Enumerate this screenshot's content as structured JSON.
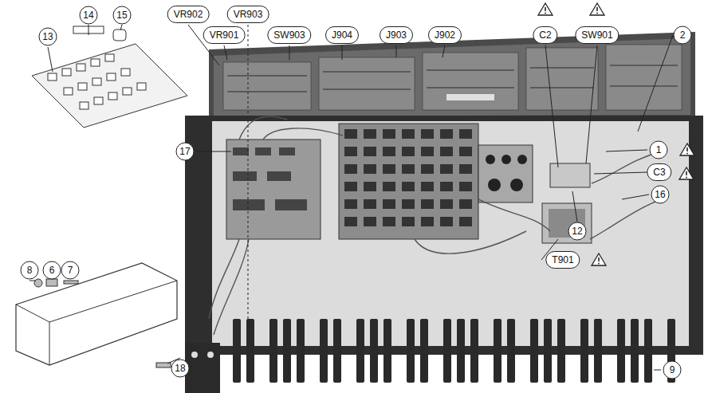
{
  "diagram": {
    "labels": [
      "VR902",
      "VR903",
      "VR901",
      "SW903",
      "J904",
      "J903",
      "J902",
      "C2",
      "SW901",
      "2",
      "13",
      "14",
      "15",
      "17",
      "1",
      "C3",
      "16",
      "12",
      "T901",
      "8",
      "6",
      "7",
      "18",
      "9"
    ]
  }
}
